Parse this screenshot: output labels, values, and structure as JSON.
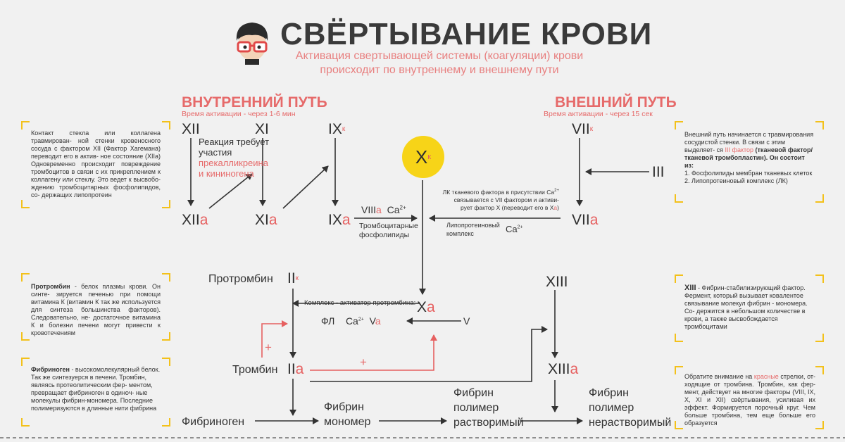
{
  "header": {
    "title": "СВЁРТЫВАНИЕ КРОВИ",
    "subtitle_line1": "Активация свертывающей системы (коагуляции) крови",
    "subtitle_line2": "происходит по внутреннему и внешнему пути"
  },
  "intrinsic": {
    "title": "ВНУТРЕННИЙ ПУТЬ",
    "subtitle": "Время активации - через 1-6 мин"
  },
  "extrinsic": {
    "title": "ВНЕШНИЙ ПУТЬ",
    "subtitle": "Время активации - через 15 сек"
  },
  "factors": {
    "xii": "XII",
    "xi": "XI",
    "ix": "IX",
    "ix_sup": "к",
    "xiia_base": "XII",
    "xia_base": "XI",
    "ixa_base": "IX",
    "a": "a",
    "viii": "VIII",
    "ca": "Ca",
    "ca_sup": "2+",
    "x": "X",
    "x_sup": "к",
    "vii": "VII",
    "vii_sup": "к",
    "iii": "III",
    "viia_base": "VII",
    "xa_base": "X",
    "v": "V",
    "fl": "ФЛ",
    "va_base": "V",
    "prothrombin": "Протромбин",
    "ii": "II",
    "ii_sup": "к",
    "thrombin": "Тромбин",
    "iia_base": "II",
    "xiii": "XIII",
    "xiiia_base": "XIII",
    "fibrinogen": "Фибриноген",
    "fibrin_monomer_1": "Фибрин",
    "fibrin_monomer_2": "мономер",
    "fibrin_sol_1": "Фибрин",
    "fibrin_sol_2": "полимер",
    "fibrin_sol_3": "растворимый",
    "fibrin_insol_1": "Фибрин",
    "fibrin_insol_2": "полимер",
    "fibrin_insol_3": "нерастворимый"
  },
  "labels": {
    "reaction_1": "Реакция требует",
    "reaction_2": "участия",
    "reaction_3": "прекалликреина",
    "reaction_4": "и кининогена",
    "platelet_1": "Тромбоцитарные",
    "platelet_2": "фосфолипиды",
    "lk_1": "ЛК тканевого фактора в присутствии Ca",
    "lk_1_sup": "2+",
    "lk_2": "связывается с VII фактором и активи-",
    "lk_3": "рует фактор Х (переводит его в Х",
    "lk_3_a": "а",
    "lk_3_end": ")",
    "lipo_1": "Липопротеиновый",
    "lipo_2": "комплекс",
    "complex": "Комплекс - активатор протромбина:",
    "plus": "+"
  },
  "notes": {
    "n1": "Контакт стекла или коллагена травмирован- ной стенки кровеносного сосуда с фактором XII (Фактор Хагемана) переводит его в актив- ное состояние (XIIа) Одновременно происходит повреждение тромбоцитов в связи с их прикреплением к коллагену или стеклу. Это ведет к высвобо- ждению тромбоцитарных фосфолипидов, со- держащих липопротеин",
    "n2_bold": "Протромбин",
    "n2": " - белок плазмы крови. Он синте- зируется печенью при помощи витамина К (витамин К так же используется для синтеза большинства факторов). Следовательно, не- достаточное витамина К и болезни печени могут привести к кровотечениям",
    "n3_bold": "Фибриноген",
    "n3": " - высокомолекулярный белок. Так же синтезуерся в печени. Тромбин, являясь протеолитическим фер- ментом, превращает фибриноген в одиноч- ные молекулы фибрин-мономера. Последние полимеризуются в длинные нити фибрина",
    "n4_a": "Внешний путь начинается с травмирования сосудистой стенки. В связи с этим выделяет- ся ",
    "n4_red": "III фактор",
    "n4_b": " (тканевой фактор/тканевой тромбопластин). Он состоит из:",
    "n4_c": "1. Фосфолипиды мембран тканевых клеток",
    "n4_d": "2. Липопротеиновый комплекс (ЛК)",
    "n5_bold": "XIII",
    "n5": " - Фибрин-стабилизирующий фактор. Фермент, который вызывает ковалентое связывание молекул фибрин - мономера. Со- держится в небольшом количестве в крови, а также высвобождается тромбоцитами",
    "n6_a": "Обратите внимание на ",
    "n6_red": "красные",
    "n6_b": " стрелки, от- ходящие от тромбина. Тромбин, как фер- мент, действует на многие факторы (VIII, IX, X, XI и XII) свёртывания, усиливая их эффект. Формируется порочный круг. Чем больше тромбина, тем еще больше его образуется"
  },
  "colors": {
    "accent_red": "#e66a6a",
    "yellow": "#f7d418",
    "frame": "#f3c11b",
    "text": "#2e2e2e"
  }
}
